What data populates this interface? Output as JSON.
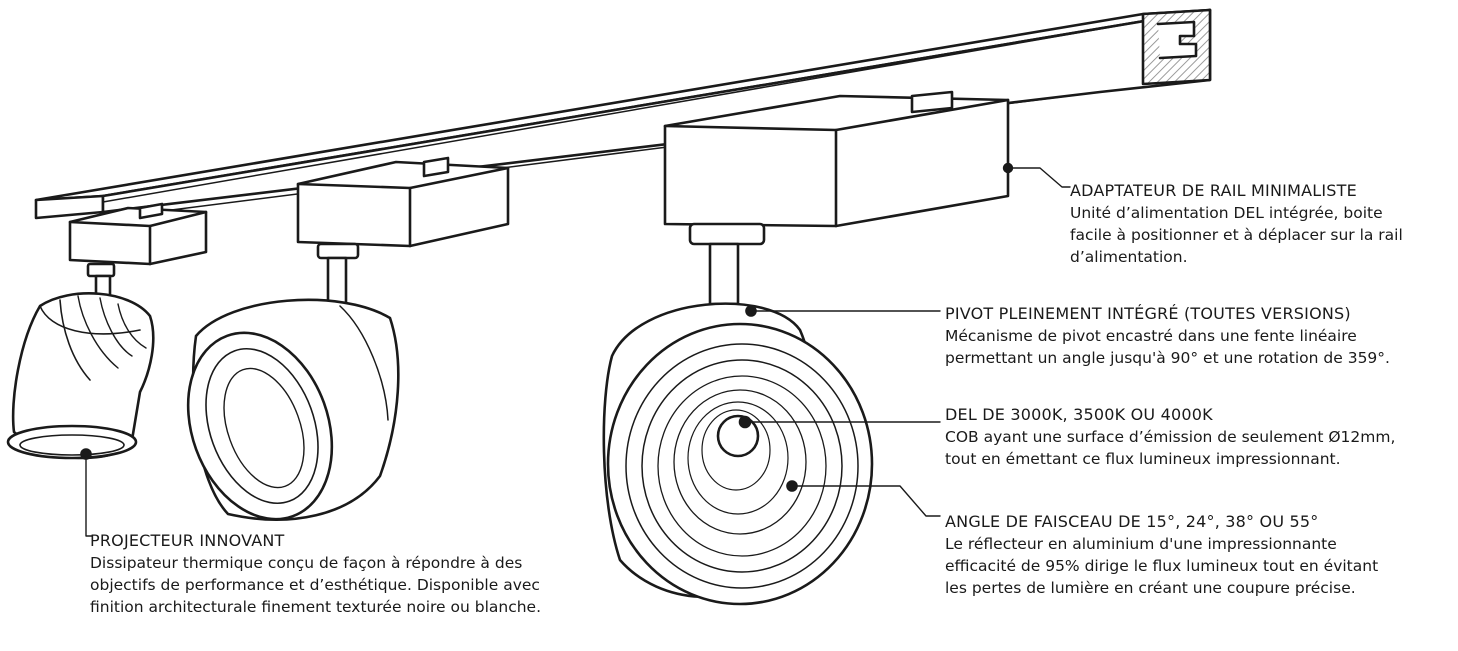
{
  "callouts": {
    "adapter": {
      "title": "ADAPTATEUR DE RAIL MINIMALISTE",
      "lines": [
        "Unité d’alimentation DEL intégrée, boite",
        "facile à positionner et à déplacer sur la rail",
        "d’alimentation."
      ]
    },
    "pivot": {
      "title": "PIVOT PLEINEMENT INTÉGRÉ (TOUTES VERSIONS)",
      "lines": [
        "Mécanisme de pivot encastré dans une fente linéaire",
        "permettant un angle jusqu'à 90° et une rotation de 359°."
      ]
    },
    "led": {
      "title": "DEL DE 3000K, 3500K OU 4000K",
      "lines": [
        "COB ayant une surface d’émission de seulement Ø12mm,",
        "tout en émettant ce flux lumineux impressionnant."
      ]
    },
    "beam": {
      "title": "ANGLE DE FAISCEAU DE 15°, 24°, 38° OU 55°",
      "lines": [
        "Le réflecteur en aluminium d'une impressionnante",
        "efficacité de 95% dirige le flux lumineux tout en évitant",
        "les pertes de lumière en créant une coupure précise."
      ]
    },
    "projector": {
      "title": "PROJECTEUR INNOVANT",
      "lines": [
        "Dissipateur thermique conçu de façon à répondre à des",
        "objectifs de performance et d’esthétique. Disponible avec",
        "finition architecturale finement texturée noire ou blanche."
      ]
    }
  },
  "colors": {
    "ink": "#1a1a1a",
    "fill": "#ffffff",
    "hatch": "#9a9a9a"
  }
}
